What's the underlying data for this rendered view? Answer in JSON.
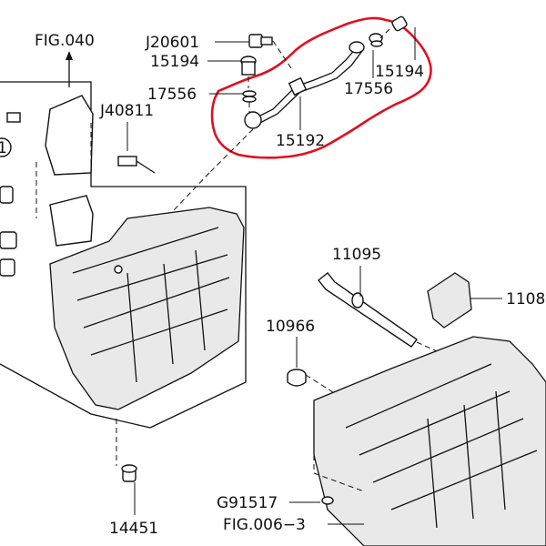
{
  "diagram": {
    "highlight_color": "#e10f1f",
    "line_color": "#111111",
    "labels": {
      "fig040": "FIG.040",
      "j20601": "J20601",
      "p15194_left": "15194",
      "p15194_right": "15194",
      "p17556_left": "17556",
      "p17556_right": "17556",
      "j40811": "J40811",
      "p15192": "15192",
      "p11095": "11095",
      "p1108": "1108",
      "p10966": "10966",
      "g91517": "G91517",
      "fig006": "FIG.006−3",
      "p14451": "14451",
      "circle_ref": "1"
    }
  }
}
